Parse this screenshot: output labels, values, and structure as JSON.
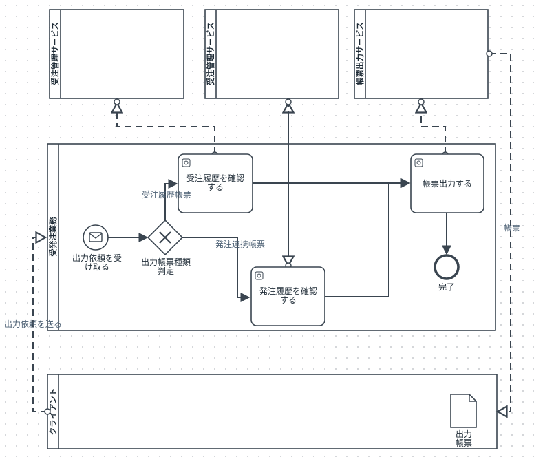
{
  "pools": {
    "order_service_1": "受注管理サービス",
    "order_service_2": "受注管理サービス",
    "form_output_service": "帳票出力サービス",
    "order_business": "受発注業務",
    "client": "クライアント"
  },
  "tasks": {
    "check_order_history": "受注履歴を確認|する",
    "check_purchase_history": "発注履歴を確認|する",
    "output_form": "帳票出力する"
  },
  "events": {
    "start": "出力依頼を受|け取る",
    "end": "完了"
  },
  "gateway": "出力帳票種類|判定",
  "flows": {
    "order_history_form": "受注履歴帳票",
    "purchase_linked_form": "発注連携帳票"
  },
  "messages": {
    "send_request": "出力依頼を送る",
    "form": "帳票"
  },
  "artifact": "出力|帳票"
}
